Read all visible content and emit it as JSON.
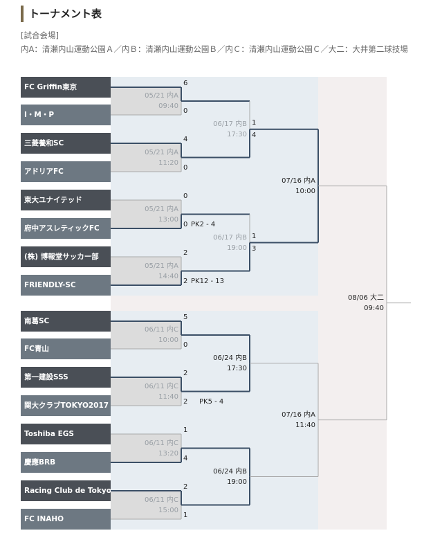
{
  "header": {
    "title": "トーナメント表"
  },
  "venue": {
    "heading": "[試合会場]",
    "line": "内A：清瀬内山運動公園Ａ／内Ｂ：清瀬内山運動公園Ｂ／内Ｃ：清瀬内山運動公園Ｃ／大二：大井第二球技場"
  },
  "teams": [
    "FC Griffin東京",
    "I・M・P",
    "三菱養和SC",
    "アドリアFC",
    "東大ユナイテッド",
    "府中アスレティックFC",
    "(株) 博報堂サッカー部",
    "FRIENDLY-SC",
    "南葛SC",
    "FC青山",
    "第一建設SSS",
    "関大クラブTOKYO2017",
    "Toshiba EGS",
    "慶應BRB",
    "Racing Club de Tokyo",
    "FC INAHO"
  ],
  "round1": [
    {
      "date": "05/21 内A",
      "time": "09:40",
      "s1": "6",
      "s2": "0",
      "pk": ""
    },
    {
      "date": "05/21 内A",
      "time": "11:20",
      "s1": "4",
      "s2": "0",
      "pk": ""
    },
    {
      "date": "05/21 内A",
      "time": "13:00",
      "s1": "0",
      "s2": "0",
      "pk": "PK2 - 4"
    },
    {
      "date": "05/21 内A",
      "time": "14:40",
      "s1": "2",
      "s2": "2",
      "pk": "PK12 - 13"
    },
    {
      "date": "06/11 内C",
      "time": "10:00",
      "s1": "5",
      "s2": "0",
      "pk": ""
    },
    {
      "date": "06/11 内C",
      "time": "11:40",
      "s1": "2",
      "s2": "2",
      "pk": "PK5 - 4"
    },
    {
      "date": "06/11 内C",
      "time": "13:20",
      "s1": "1",
      "s2": "4",
      "pk": ""
    },
    {
      "date": "06/11 内C",
      "time": "15:00",
      "s1": "2",
      "s2": "1",
      "pk": ""
    }
  ],
  "round2": [
    {
      "date": "06/17 内B",
      "time": "17:30",
      "s1": "1",
      "s2": "4"
    },
    {
      "date": "06/17 内B",
      "time": "19:00",
      "s1": "1",
      "s2": "3"
    },
    {
      "date": "06/24 内B",
      "time": "17:30",
      "s1": "",
      "s2": ""
    },
    {
      "date": "06/24 内B",
      "time": "19:00",
      "s1": "",
      "s2": ""
    }
  ],
  "round3": [
    {
      "date": "07/16 内A",
      "time": "10:00"
    },
    {
      "date": "07/16 内A",
      "time": "11:40"
    }
  ],
  "final": {
    "date": "08/06 大二",
    "time": "09:40"
  }
}
